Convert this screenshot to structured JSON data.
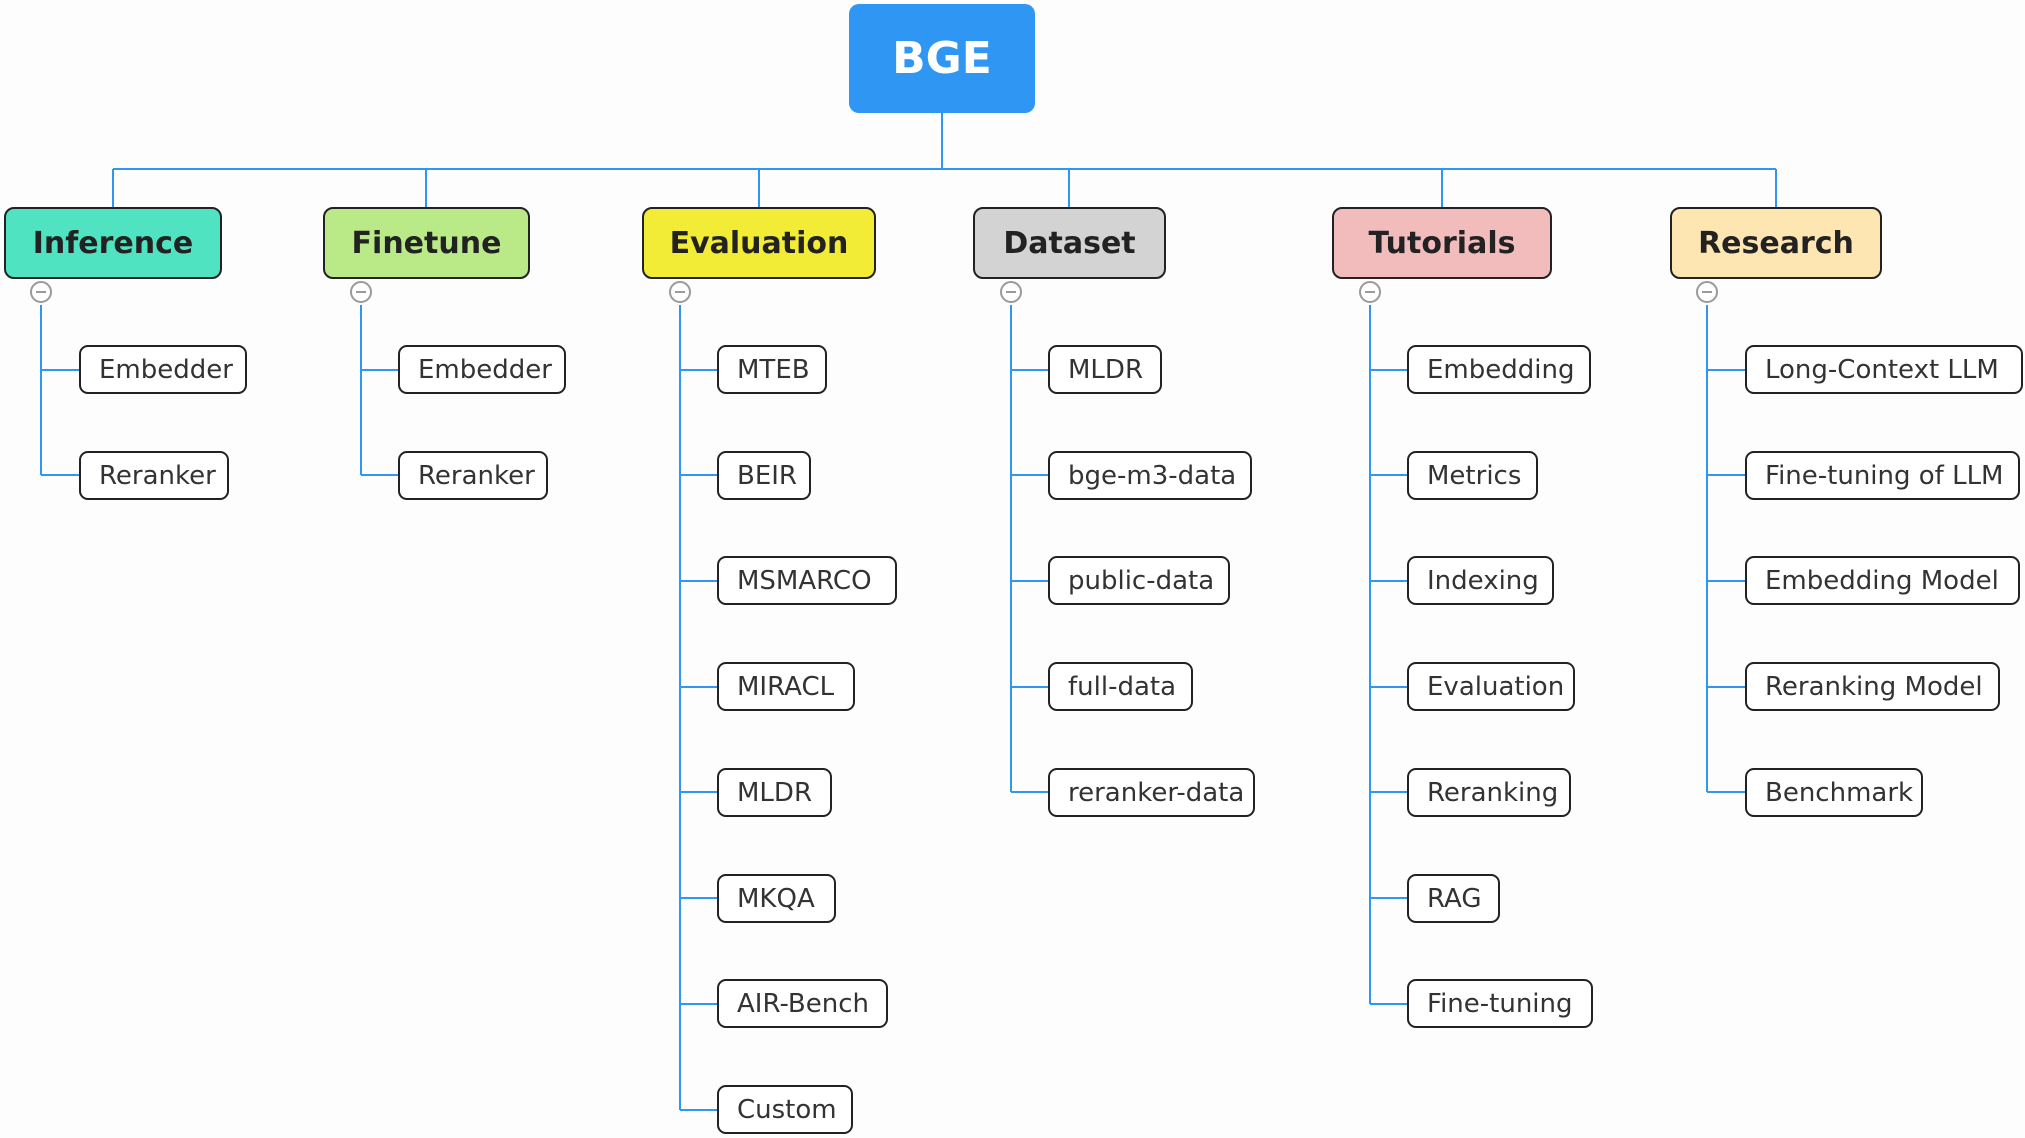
{
  "root": {
    "label": "BGE"
  },
  "colors": {
    "line": "#2f96f3",
    "root": "#2f96f3"
  },
  "branches": [
    {
      "label": "Inference",
      "color": "#4fe3c1",
      "children": [
        "Embedder",
        "Reranker"
      ]
    },
    {
      "label": "Finetune",
      "color": "#b9ea87",
      "children": [
        "Embedder",
        "Reranker"
      ]
    },
    {
      "label": "Evaluation",
      "color": "#f3ec36",
      "children": [
        "MTEB",
        "BEIR",
        "MSMARCO",
        "MIRACL",
        "MLDR",
        "MKQA",
        "AIR-Bench",
        "Custom"
      ]
    },
    {
      "label": "Dataset",
      "color": "#d3d3d3",
      "children": [
        "MLDR",
        "bge-m3-data",
        "public-data",
        "full-data",
        "reranker-data"
      ]
    },
    {
      "label": "Tutorials",
      "color": "#f3bcbc",
      "children": [
        "Embedding",
        "Metrics",
        "Indexing",
        "Evaluation",
        "Reranking",
        "RAG",
        "Fine-tuning"
      ]
    },
    {
      "label": "Research",
      "color": "#fde6b1",
      "children": [
        "Long-Context LLM",
        "Fine-tuning of LLM",
        "Embedding Model",
        "Reranking Model",
        "Benchmark"
      ]
    }
  ]
}
